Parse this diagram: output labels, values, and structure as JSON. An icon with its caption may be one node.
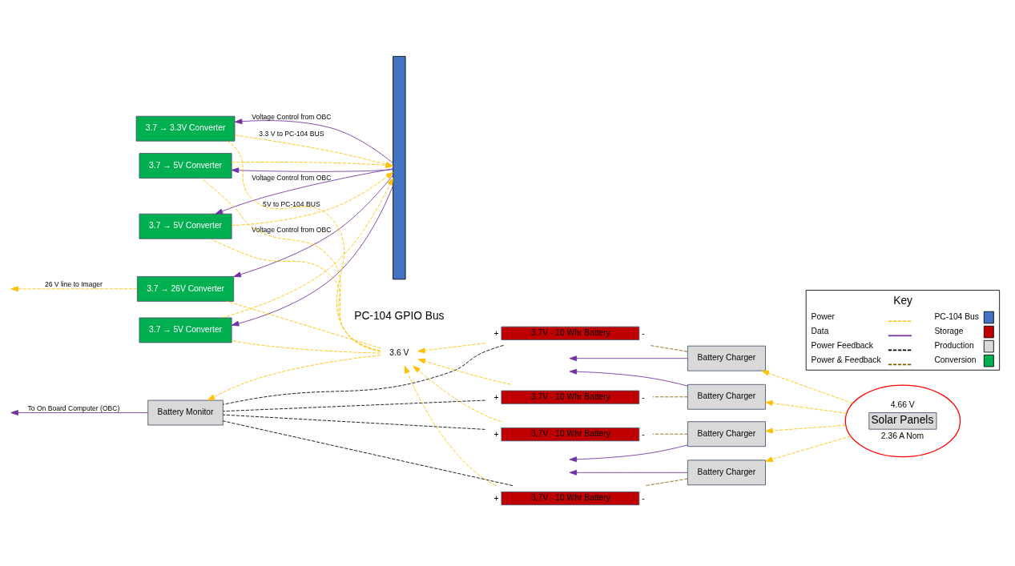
{
  "diagram": {
    "nodes": [
      {
        "text": [
          "PC-104 GPIO Bus"
        ]
      },
      {
        "text": [],
        "shape": "bar"
      },
      {
        "text": [
          "3.7 → 5V Converter"
        ]
      },
      {
        "text": [
          "3.7 → 5V Converter"
        ]
      },
      {
        "text": [
          "3.7 → 5V Converter"
        ]
      },
      {
        "text": [
          "3.7 → 3.3V Converter"
        ]
      },
      {
        "text": [
          "3.7 → 26V Converter"
        ]
      },
      {
        "text": [
          "Battery Monitor"
        ]
      },
      {
        "text": [
          "Battery Charger"
        ]
      },
      {
        "text": [
          "3.7V - 10 Whr Battery"
        ],
        "beside": [
          "+",
          "-"
        ]
      },
      {
        "text": [
          "Battery Charger"
        ]
      },
      {
        "text": [
          "3.7V - 10 Whr Battery"
        ],
        "beside": [
          "+",
          "-"
        ]
      },
      {
        "text": [
          "Battery Charger"
        ]
      },
      {
        "text": [
          "3.7V - 10 Whr Battery"
        ],
        "beside": [
          "+",
          "-"
        ]
      },
      {
        "text": [
          "Battery Charger"
        ]
      },
      {
        "text": [
          "3.7V - 10 Whr Battery"
        ],
        "beside": [
          "+",
          "-"
        ]
      },
      {
        "text": [
          "4.66 V",
          "Solar Panels",
          "2.36 A Nom"
        ]
      },
      {
        "text": [
          "3.6 V"
        ]
      }
    ],
    "edges": [
      {
        "from": 16,
        "to": 8,
        "arrow": "to",
        "style": "dashed"
      },
      {
        "from": 16,
        "to": 10,
        "arrow": "to",
        "style": "dashed"
      },
      {
        "from": 16,
        "to": 12,
        "arrow": "to",
        "style": "dashed"
      },
      {
        "from": 16,
        "to": 14,
        "arrow": "to",
        "style": "dashed"
      },
      {
        "from": 8,
        "to": 9,
        "arrow": "none",
        "style": "dashed",
        "color": "#7f6000"
      },
      {
        "from": 10,
        "to": 11,
        "arrow": "none",
        "style": "dashed",
        "color": "#7f6000"
      },
      {
        "from": 12,
        "to": 13,
        "arrow": "none",
        "style": "dashed",
        "color": "#7f6000"
      },
      {
        "from": 14,
        "to": 15,
        "arrow": "none",
        "style": "dashed",
        "color": "#7f6000"
      },
      {
        "from": 9,
        "to": 7,
        "arrow": "none",
        "style": "dashed",
        "color": "#000000"
      },
      {
        "from": 11,
        "to": 7,
        "arrow": "none",
        "style": "dashed",
        "color": "#000000"
      },
      {
        "from": 13,
        "to": 7,
        "arrow": "none",
        "style": "dashed",
        "color": "#000000"
      },
      {
        "from": 15,
        "to": 7,
        "arrow": "none",
        "style": "dashed",
        "color": "#000000"
      },
      {
        "from": 9,
        "to": 17,
        "arrow": "to",
        "style": "dashed"
      },
      {
        "from": 11,
        "to": 17,
        "arrow": "to",
        "style": "dashed"
      },
      {
        "from": 13,
        "to": 17,
        "arrow": "to",
        "style": "dashed"
      },
      {
        "from": 15,
        "to": 17,
        "arrow": "to",
        "style": "dashed"
      },
      {
        "from": 17,
        "to": 7,
        "arrow": "to",
        "style": "dashed"
      },
      {
        "from": 17,
        "to": 2,
        "arrow": "none",
        "style": "dashed"
      },
      {
        "from": 17,
        "to": 3,
        "arrow": "none",
        "style": "dashed"
      },
      {
        "from": 17,
        "to": 4,
        "arrow": "none",
        "style": "dashed"
      },
      {
        "from": 17,
        "to": 5,
        "arrow": "none",
        "style": "dashed"
      },
      {
        "from": 17,
        "to": 6,
        "arrow": "none",
        "style": "dashed"
      },
      {
        "from": 2,
        "to": 1,
        "arrow": "to",
        "style": "dashed"
      },
      {
        "from": 3,
        "to": 1,
        "arrow": "to",
        "style": "dashed",
        "label": "5V to PC-104 BUS"
      },
      {
        "from": 4,
        "to": 1,
        "arrow": "to",
        "style": "dashed"
      },
      {
        "from": 5,
        "to": 1,
        "arrow": "to",
        "style": "dashed",
        "label": "3.3 V to PC-104 BUS"
      },
      {
        "from": 6,
        "to": null,
        "arrow": "to",
        "style": "dashed",
        "label": "26 V line to Imager"
      },
      {
        "from": 1,
        "to": 2,
        "arrow": "to",
        "color": "#7030a0"
      },
      {
        "from": 1,
        "to": 3,
        "arrow": "to",
        "color": "#7030a0",
        "label": "Voltage Control from OBC"
      },
      {
        "from": 1,
        "to": 4,
        "arrow": "to",
        "color": "#7030a0"
      },
      {
        "from": 1,
        "to": 5,
        "arrow": "to",
        "color": "#7030a0",
        "label": "Voltage Control from OBC"
      },
      {
        "from": 1,
        "to": 6,
        "arrow": "to",
        "color": "#7030a0",
        "label": "Voltage Control from OBC"
      },
      {
        "from": 7,
        "to": null,
        "arrow": "to",
        "color": "#7030a0",
        "label": "To On Board Computer (OBC)"
      },
      {
        "from": 8,
        "to": null,
        "arrow": "to",
        "color": "#7030a0"
      },
      {
        "from": 10,
        "to": null,
        "arrow": "to",
        "color": "#7030a0"
      },
      {
        "from": 12,
        "to": null,
        "arrow": "to",
        "color": "#7030a0"
      },
      {
        "from": 14,
        "to": null,
        "arrow": "to",
        "color": "#7030a0"
      }
    ],
    "labels": [
      "Key"
    ],
    "legend": [
      {
        "text": "Power"
      },
      {
        "text": "PC-104 Bus",
        "color": "#4472c4"
      },
      {
        "text": "Data"
      },
      {
        "text": "Storage",
        "color": "#c00000"
      },
      {
        "text": "Power Feedback"
      },
      {
        "text": "Production",
        "color": "#d9d9d9"
      },
      {
        "text": "Power & Feedback"
      },
      {
        "text": "Conversion",
        "color": "#00b050"
      }
    ]
  }
}
